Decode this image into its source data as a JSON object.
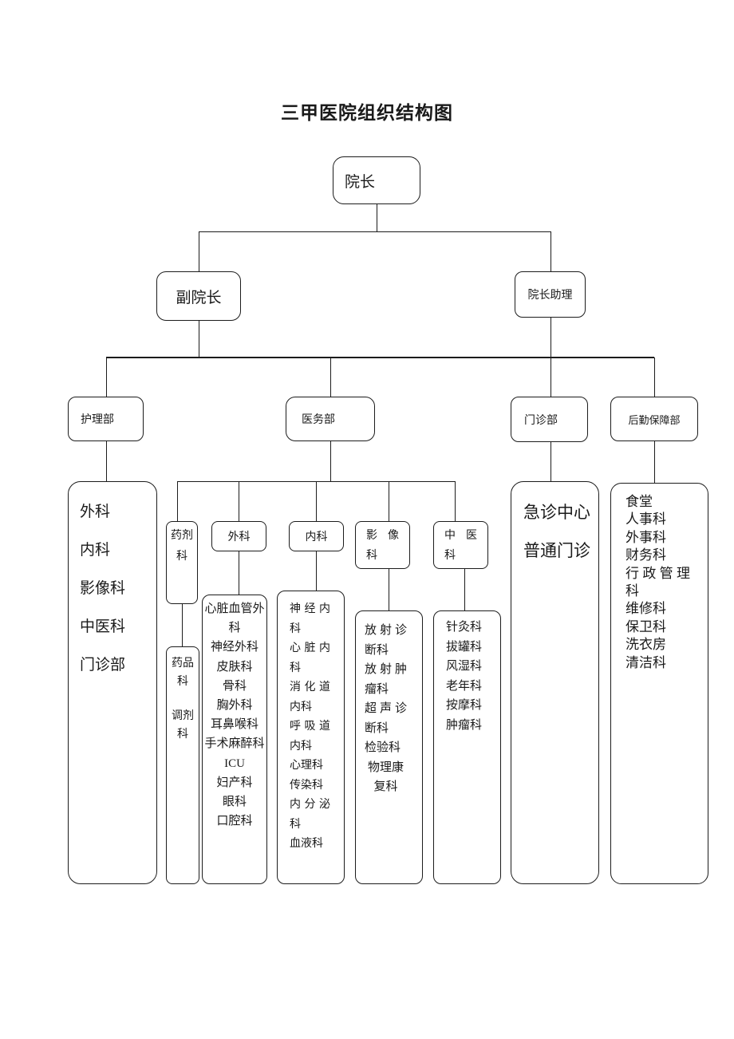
{
  "title": "三甲医院组织结构图",
  "org": {
    "dean": "院长",
    "vice_dean": "副院长",
    "assistant": "院长助理",
    "nursing": "护理部",
    "medical": "医务部",
    "outpatient": "门诊部",
    "logistics": "后勤保障部",
    "pharmacy": "药剂科",
    "surgery": "外科",
    "internal_medicine": "内科",
    "imaging": "影像科",
    "tcm": "中医科"
  },
  "departments": {
    "nursing_children": [
      "外科",
      "内科",
      "影像科",
      "中医科",
      "门诊部"
    ],
    "pharmacy_children": [
      "药品科",
      "调剂科"
    ],
    "surgery_children": [
      "心脏血管外科",
      "神经外科",
      "皮肤科",
      "骨科",
      "胸外科",
      "耳鼻喉科",
      "手术麻醉科",
      "ICU",
      "妇产科",
      "眼科",
      "口腔科"
    ],
    "internal_children": [
      "神经内科",
      "心脏内科",
      "消化道内科",
      "呼吸道内科",
      "心理科",
      "传染科",
      "内分泌科",
      "血液科"
    ],
    "imaging_children": [
      "放射诊断科",
      "放射肿瘤科",
      "超声诊断科",
      "检验科",
      "物理康复科"
    ],
    "tcm_children": [
      "针灸科",
      "拔罐科",
      "风湿科",
      "老年科",
      "按摩科",
      "肿瘤科"
    ],
    "outpatient_children": [
      "急诊中心",
      "普通门诊"
    ],
    "logistics_children": [
      "食堂",
      "人事科",
      "外事科",
      "财务科",
      "行政管理科",
      "维修科",
      "保卫科",
      "洗衣房",
      "清洁科"
    ]
  },
  "colors": {
    "background": "#ffffff",
    "line": "#1c1c1c",
    "box_border": "#1c1c1c",
    "text": "#1a1a1a"
  }
}
